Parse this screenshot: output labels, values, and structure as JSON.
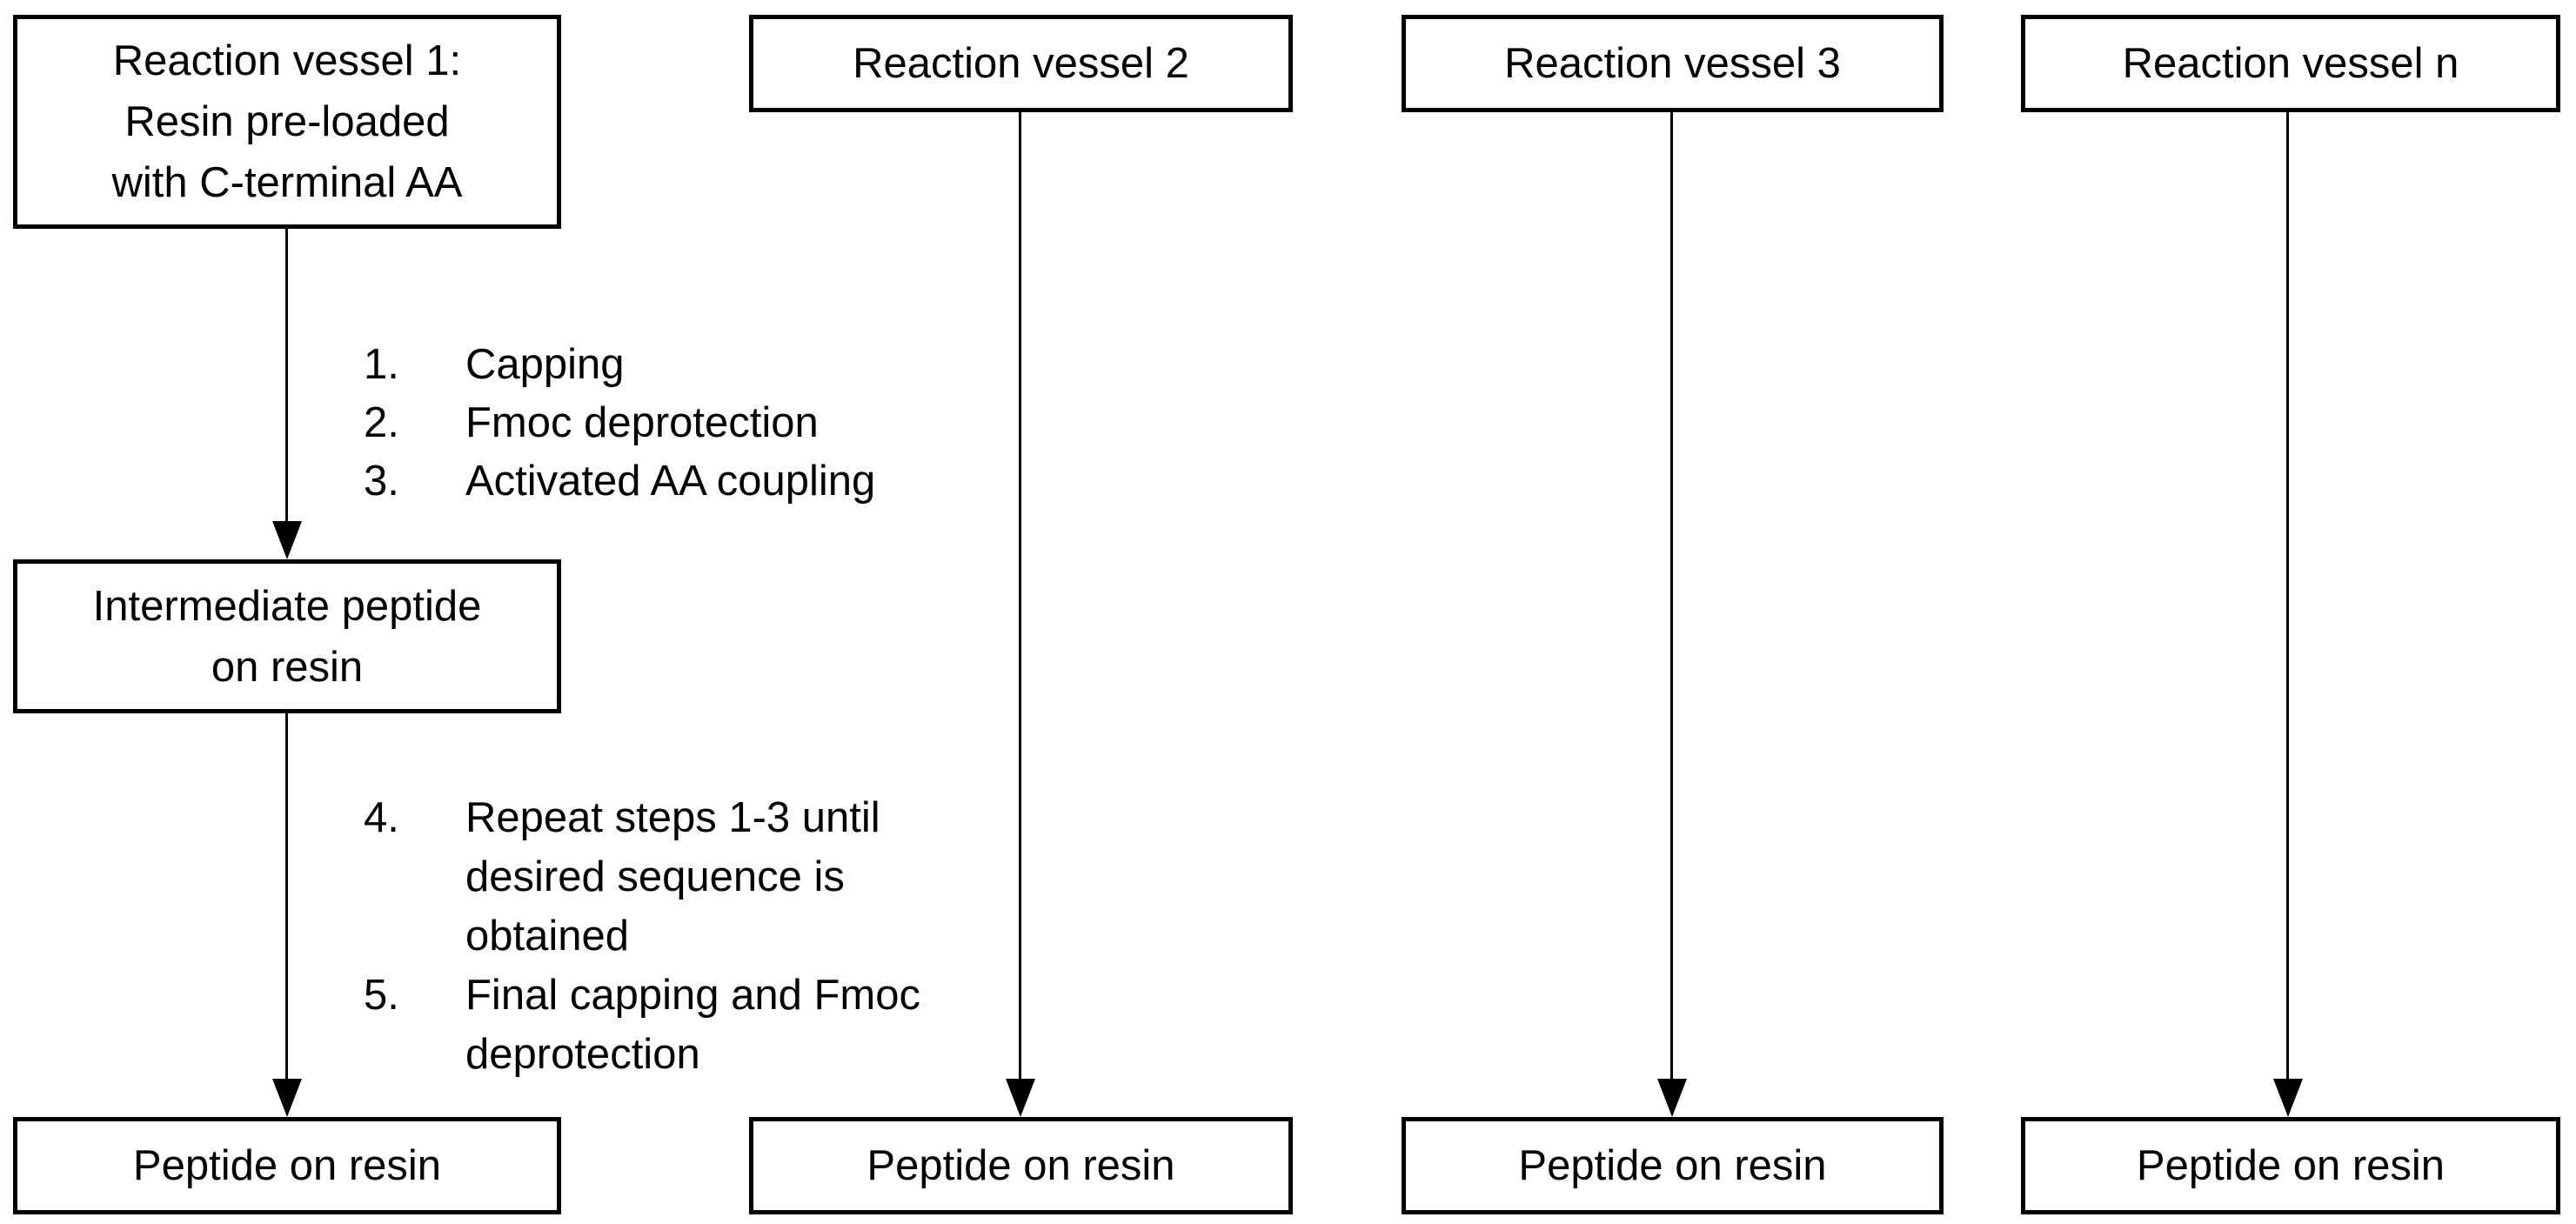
{
  "colors": {
    "stroke": "#000000",
    "background": "#ffffff",
    "text": "#000000"
  },
  "vessels": [
    {
      "header": "Reaction vessel 1:\nResin pre-loaded\nwith C-terminal AA",
      "result": "Peptide on resin"
    },
    {
      "header": "Reaction vessel 2",
      "result": "Peptide on resin"
    },
    {
      "header": "Reaction vessel 3",
      "result": "Peptide on resin"
    },
    {
      "header": "Reaction vessel n",
      "result": "Peptide on resin"
    }
  ],
  "vessel1_detail": {
    "intermediate": "Intermediate peptide\non resin",
    "steps_before_intermediate": [
      {
        "num": "1.",
        "text": "Capping"
      },
      {
        "num": "2.",
        "text": "Fmoc deprotection"
      },
      {
        "num": "3.",
        "text": "Activated AA coupling"
      }
    ],
    "steps_after_intermediate": [
      {
        "num": "4.",
        "text": "Repeat steps 1-3 until desired sequence is obtained"
      },
      {
        "num": "5.",
        "text": "Final capping and Fmoc deprotection"
      }
    ]
  }
}
